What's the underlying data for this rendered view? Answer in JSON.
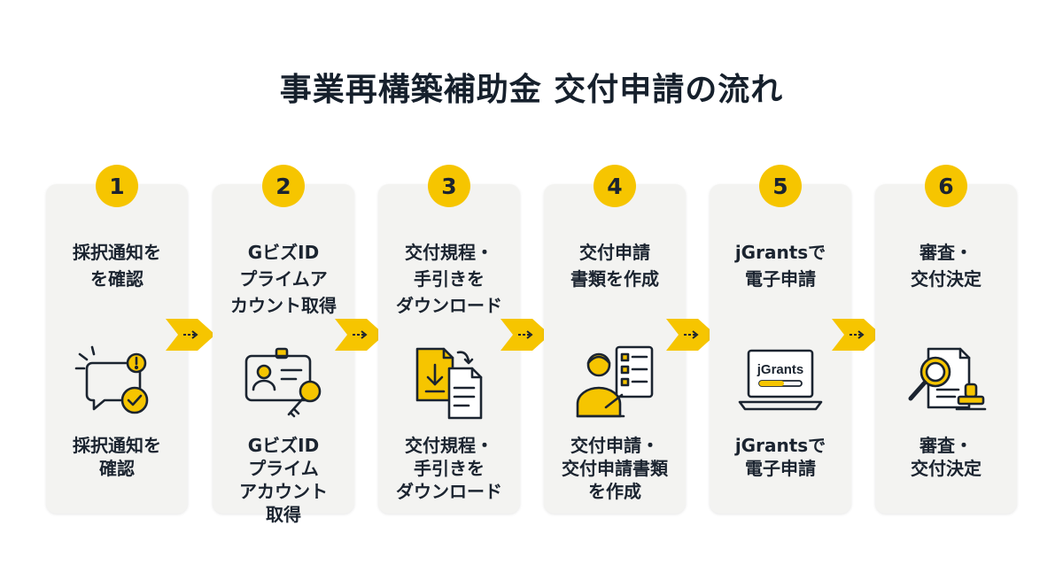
{
  "title": "事業再構築補助金 交付申請の流れ",
  "colors": {
    "accent": "#f6c500",
    "card": "#f3f3f1",
    "ink": "#1b2430"
  },
  "steps": [
    {
      "number": "1",
      "top_label": "採択通知を\nを確認",
      "icon": "notification-check-icon",
      "bottom_label": "採択通知を\n確認"
    },
    {
      "number": "2",
      "top_label": "GビズID\nプライムア\nカウント取得",
      "icon": "id-card-key-icon",
      "bottom_label": "GビズID\nプライム\nアカウント\n取得"
    },
    {
      "number": "3",
      "top_label": "交付規程・\n手引きを\nダウンロード",
      "icon": "document-download-icon",
      "bottom_label": "交付規程・\n手引きを\nダウンロード"
    },
    {
      "number": "4",
      "top_label": "交付申請\n書類を作成",
      "icon": "person-checklist-icon",
      "bottom_label": "交付申請・\n交付申請書類\nを作成"
    },
    {
      "number": "5",
      "top_label": "jGrantsで\n電子申請",
      "icon": "laptop-icon",
      "screen_text": "jGrants",
      "bottom_label": "jGrantsで\n電子申請"
    },
    {
      "number": "6",
      "top_label": "審査・\n交付決定",
      "icon": "magnifier-stamp-icon",
      "bottom_label": "審査・\n交付決定"
    }
  ]
}
